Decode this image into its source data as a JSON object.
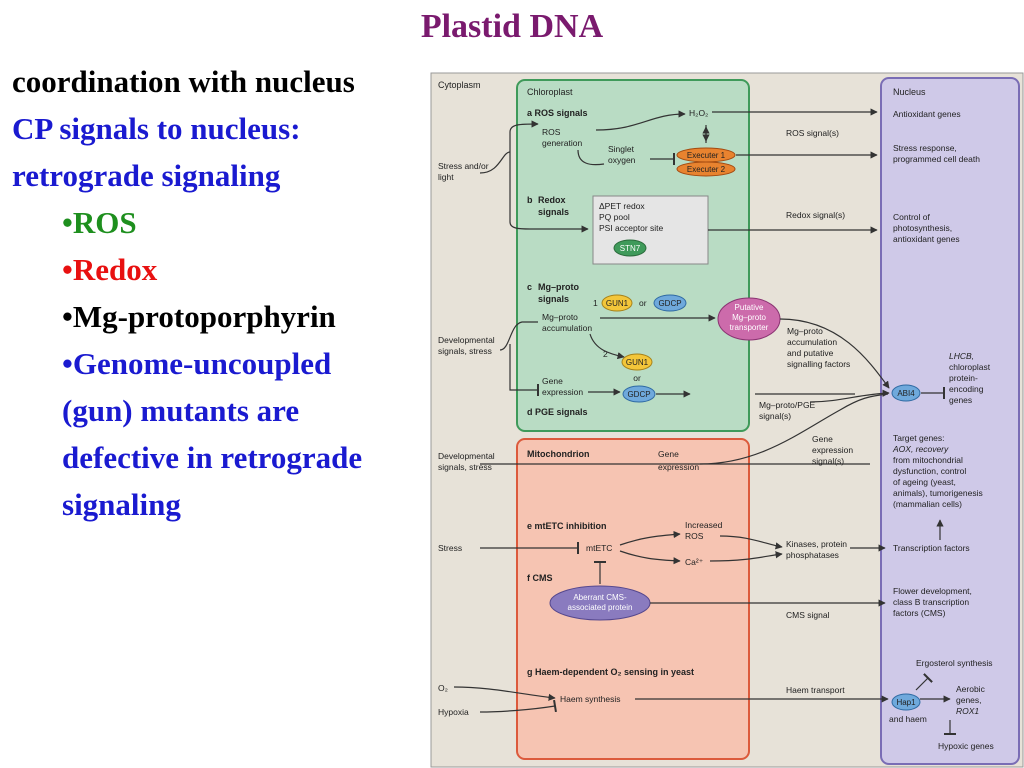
{
  "slide": {
    "title": "Plastid DNA",
    "lines": [
      "coordination with nucleus",
      "CP signals to nucleus:",
      "retrograde signaling"
    ],
    "bullets": [
      {
        "mark": "•",
        "text": "ROS",
        "color": "#1e8f1e"
      },
      {
        "mark": "•",
        "text": "Redox",
        "color": "#e81010"
      },
      {
        "mark": "•",
        "text": "Mg-protoporphyrin",
        "color": "#000000"
      },
      {
        "mark": "•",
        "text": "Genome-uncoupled",
        "color": "#1a1ad0"
      }
    ],
    "bullet_cont": [
      "(gun) mutants are",
      "defective in retrograde",
      "signaling"
    ]
  },
  "diagram": {
    "cytoplasm": "Cytoplasm",
    "chloroplast": "Chloroplast",
    "nucleus": "Nucleus",
    "mitochondrion": "Mitochondrion",
    "sec_a": "a",
    "sec_a_title": "ROS signals",
    "sec_b": "b",
    "sec_b_title1": "Redox",
    "sec_b_title2": "signals",
    "sec_c": "c",
    "sec_c_title1": "Mg–proto",
    "sec_c_title2": "signals",
    "sec_d": "d",
    "sec_d_title": "PGE signals",
    "sec_e": "e",
    "sec_e_title": "mtETC inhibition",
    "sec_f": "f",
    "sec_f_title": "CMS",
    "sec_g": "g",
    "sec_g_title": "Haem-dependent O₂ sensing in yeast",
    "stress_light1": "Stress and/or",
    "stress_light2": "light",
    "ros_gen1": "ROS",
    "ros_gen2": "generation",
    "singlet1": "Singlet",
    "singlet2": "oxygen",
    "h2o2": "H₂O₂",
    "executer1": "Executer 1",
    "executer2": "Executer 2",
    "pet1": "ΔPET redox",
    "pet2": "PQ pool",
    "pet3": "PSI acceptor site",
    "stn7": "STN7",
    "num1": "1",
    "num2": "2",
    "gun1_a": "GUN1",
    "or_a": "or",
    "gdcp_a": "GDCP",
    "mgproto_acc1": "Mg–proto",
    "mgproto_acc2": "accumulation",
    "putative1": "Putative",
    "putative2": "Mg–proto",
    "putative3": "transporter",
    "gun1_b": "GUN1",
    "or_b": "or",
    "gdcp_b": "GDCP",
    "gene_expr1": "Gene",
    "gene_expr2": "expression",
    "dev_signals1_1": "Developmental",
    "dev_signals1_2": "signals, stress",
    "dev_signals2_1": "Developmental",
    "dev_signals2_2": "signals, stress",
    "ros_signals": "ROS signal(s)",
    "redox_signals": "Redox signal(s)",
    "mg_factors1": "Mg–proto",
    "mg_factors2": "accumulation",
    "mg_factors3": "and putative",
    "mg_factors4": "signalling factors",
    "mg_pge1": "Mg–proto/PGE",
    "mg_pge2": "signal(s)",
    "mito_gene1": "Gene",
    "mito_gene2": "expression",
    "gene_expr_sig1": "Gene",
    "gene_expr_sig2": "expression",
    "gene_expr_sig3": "signal(s)",
    "stress": "Stress",
    "mtetc": "mtETC",
    "inc_ros1": "Increased",
    "inc_ros2": "ROS",
    "ca": "Ca²⁺",
    "kinases1": "Kinases, protein",
    "kinases2": "phosphatases",
    "aberrant1": "Aberrant CMS-",
    "aberrant2": "associated protein",
    "cms_signal": "CMS signal",
    "o2": "O₂",
    "hypoxia": "Hypoxia",
    "haem_synth": "Haem synthesis",
    "haem_transport": "Haem transport",
    "antioxidant": "Antioxidant genes",
    "stress_resp1": "Stress response,",
    "stress_resp2": "programmed cell death",
    "control1": "Control of",
    "control2": "photosynthesis,",
    "control3": "antioxidant genes",
    "abi4": "ABI4",
    "lhcb1": "LHCB,",
    "lhcb2": "chloroplast",
    "lhcb3": "protein-",
    "lhcb4": "encoding",
    "lhcb5": "genes",
    "target1": "Target genes:",
    "target2": "AOX, recovery",
    "target3": "from mitochondrial",
    "target4": "dysfunction, control",
    "target5": "of ageing (yeast,",
    "target6": "animals), tumorigenesis",
    "target7": "(mammalian cells)",
    "tf": "Transcription factors",
    "flower1": "Flower development,",
    "flower2": "class B transcription",
    "flower3": "factors (CMS)",
    "ergosterol": "Ergosterol synthesis",
    "hap1": "Hap1",
    "and_haem": "and haem",
    "aerobic1": "Aerobic",
    "aerobic2": "genes,",
    "aerobic3": "ROX1",
    "hypoxic": "Hypoxic genes"
  },
  "colors": {
    "title": "#7a1a6e",
    "chloroplast_fill": "#b9dcc4",
    "chloroplast_border": "#3f9a5a",
    "nucleus_fill": "#cfc9e8",
    "nucleus_border": "#7a6db5",
    "mito_fill": "#f6c4b2",
    "mito_border": "#dc5a3c",
    "panel_bg": "#e7e2d8"
  }
}
